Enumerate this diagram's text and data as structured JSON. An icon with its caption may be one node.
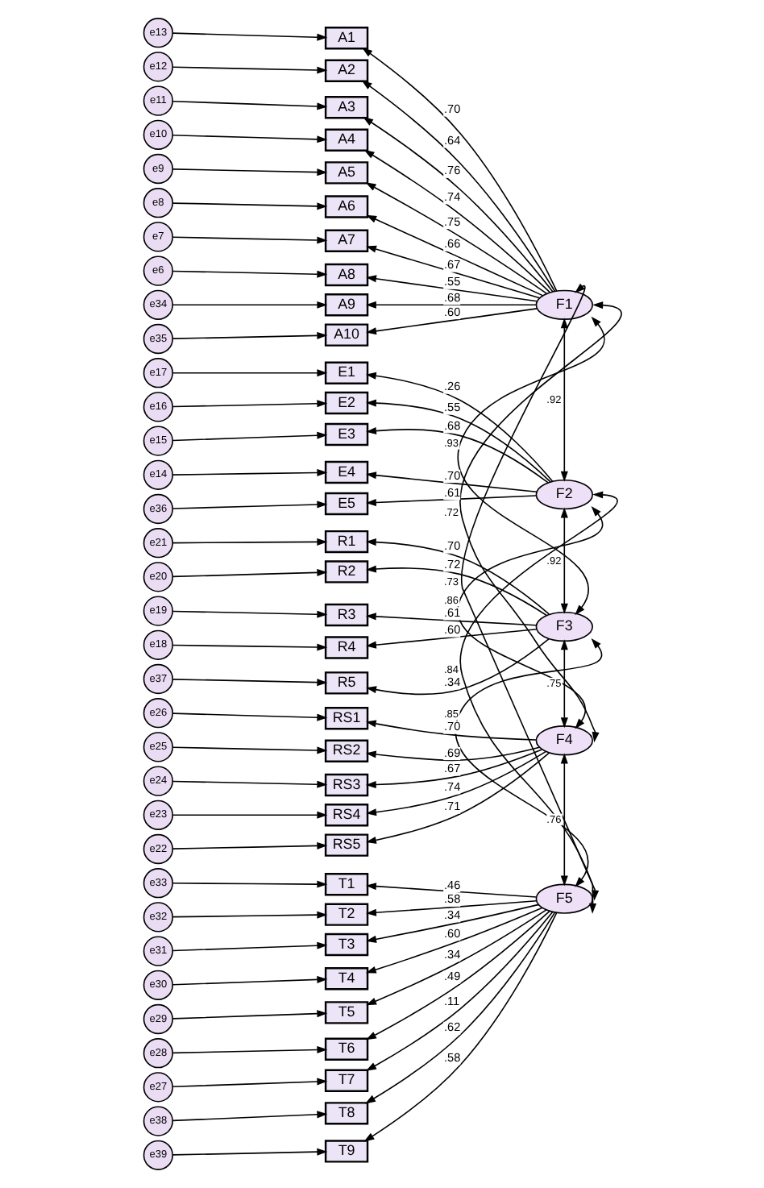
{
  "diagram": {
    "nodes": [
      {
        "text": [
          "e13"
        ]
      },
      {
        "text": [
          "A1"
        ]
      },
      {
        "text": [
          "e12"
        ]
      },
      {
        "text": [
          "A2"
        ]
      },
      {
        "text": [
          "e11"
        ]
      },
      {
        "text": [
          "A3"
        ]
      },
      {
        "text": [
          "e10"
        ]
      },
      {
        "text": [
          "A4"
        ]
      },
      {
        "text": [
          "e9"
        ]
      },
      {
        "text": [
          "A5"
        ]
      },
      {
        "text": [
          "e8"
        ]
      },
      {
        "text": [
          "A6"
        ]
      },
      {
        "text": [
          "e7"
        ]
      },
      {
        "text": [
          "A7"
        ]
      },
      {
        "text": [
          "e6"
        ]
      },
      {
        "text": [
          "A8"
        ]
      },
      {
        "text": [
          "e34"
        ]
      },
      {
        "text": [
          "A9"
        ]
      },
      {
        "text": [
          "e35"
        ]
      },
      {
        "text": [
          "A10"
        ]
      },
      {
        "text": [
          "e17"
        ]
      },
      {
        "text": [
          "E1"
        ]
      },
      {
        "text": [
          "e16"
        ]
      },
      {
        "text": [
          "E2"
        ]
      },
      {
        "text": [
          "e15"
        ]
      },
      {
        "text": [
          "E3"
        ]
      },
      {
        "text": [
          "e14"
        ]
      },
      {
        "text": [
          "E4"
        ]
      },
      {
        "text": [
          "e36"
        ]
      },
      {
        "text": [
          "E5"
        ]
      },
      {
        "text": [
          "e21"
        ]
      },
      {
        "text": [
          "R1"
        ]
      },
      {
        "text": [
          "e20"
        ]
      },
      {
        "text": [
          "R2"
        ]
      },
      {
        "text": [
          "e19"
        ]
      },
      {
        "text": [
          "R3"
        ]
      },
      {
        "text": [
          "e18"
        ]
      },
      {
        "text": [
          "R4"
        ]
      },
      {
        "text": [
          "e37"
        ]
      },
      {
        "text": [
          "R5"
        ]
      },
      {
        "text": [
          "e26"
        ]
      },
      {
        "text": [
          "RS1"
        ]
      },
      {
        "text": [
          "e25"
        ]
      },
      {
        "text": [
          "RS2"
        ]
      },
      {
        "text": [
          "e24"
        ]
      },
      {
        "text": [
          "RS3"
        ]
      },
      {
        "text": [
          "e23"
        ]
      },
      {
        "text": [
          "RS4"
        ]
      },
      {
        "text": [
          "e22"
        ]
      },
      {
        "text": [
          "RS5"
        ]
      },
      {
        "text": [
          "e33"
        ]
      },
      {
        "text": [
          "T1"
        ]
      },
      {
        "text": [
          "e32"
        ]
      },
      {
        "text": [
          "T2"
        ]
      },
      {
        "text": [
          "e31"
        ]
      },
      {
        "text": [
          "T3"
        ]
      },
      {
        "text": [
          "e30"
        ]
      },
      {
        "text": [
          "T4"
        ]
      },
      {
        "text": [
          "e29"
        ]
      },
      {
        "text": [
          "T5"
        ]
      },
      {
        "text": [
          "e28"
        ]
      },
      {
        "text": [
          "T6"
        ]
      },
      {
        "text": [
          "e27"
        ]
      },
      {
        "text": [
          "T7"
        ]
      },
      {
        "text": [
          "e38"
        ]
      },
      {
        "text": [
          "T8"
        ]
      },
      {
        "text": [
          "e39"
        ]
      },
      {
        "text": [
          "T9"
        ]
      },
      {
        "text": [
          "F1"
        ]
      },
      {
        "text": [
          "F2"
        ]
      },
      {
        "text": [
          "F3"
        ]
      },
      {
        "text": [
          "F4"
        ]
      },
      {
        "text": [
          "F5"
        ]
      }
    ],
    "edges": [
      {
        "from": 0,
        "to": 1,
        "arrow": "to"
      },
      {
        "from": 2,
        "to": 3,
        "arrow": "to"
      },
      {
        "from": 4,
        "to": 5,
        "arrow": "to"
      },
      {
        "from": 6,
        "to": 7,
        "arrow": "to"
      },
      {
        "from": 8,
        "to": 9,
        "arrow": "to"
      },
      {
        "from": 10,
        "to": 11,
        "arrow": "to"
      },
      {
        "from": 12,
        "to": 13,
        "arrow": "to"
      },
      {
        "from": 14,
        "to": 15,
        "arrow": "to"
      },
      {
        "from": 16,
        "to": 17,
        "arrow": "to"
      },
      {
        "from": 18,
        "to": 19,
        "arrow": "to"
      },
      {
        "from": 20,
        "to": 21,
        "arrow": "to"
      },
      {
        "from": 22,
        "to": 23,
        "arrow": "to"
      },
      {
        "from": 24,
        "to": 25,
        "arrow": "to"
      },
      {
        "from": 26,
        "to": 27,
        "arrow": "to"
      },
      {
        "from": 28,
        "to": 29,
        "arrow": "to"
      },
      {
        "from": 30,
        "to": 31,
        "arrow": "to"
      },
      {
        "from": 32,
        "to": 33,
        "arrow": "to"
      },
      {
        "from": 34,
        "to": 35,
        "arrow": "to"
      },
      {
        "from": 36,
        "to": 37,
        "arrow": "to"
      },
      {
        "from": 38,
        "to": 39,
        "arrow": "to"
      },
      {
        "from": 40,
        "to": 41,
        "arrow": "to"
      },
      {
        "from": 42,
        "to": 43,
        "arrow": "to"
      },
      {
        "from": 44,
        "to": 45,
        "arrow": "to"
      },
      {
        "from": 46,
        "to": 47,
        "arrow": "to"
      },
      {
        "from": 48,
        "to": 49,
        "arrow": "to"
      },
      {
        "from": 50,
        "to": 51,
        "arrow": "to"
      },
      {
        "from": 52,
        "to": 53,
        "arrow": "to"
      },
      {
        "from": 54,
        "to": 55,
        "arrow": "to"
      },
      {
        "from": 56,
        "to": 57,
        "arrow": "to"
      },
      {
        "from": 58,
        "to": 59,
        "arrow": "to"
      },
      {
        "from": 60,
        "to": 61,
        "arrow": "to"
      },
      {
        "from": 62,
        "to": 63,
        "arrow": "to"
      },
      {
        "from": 64,
        "to": 65,
        "arrow": "to"
      },
      {
        "from": 66,
        "to": 67,
        "arrow": "to"
      },
      {
        "from": 68,
        "to": 1,
        "arrow": "to",
        "label": ".70"
      },
      {
        "from": 68,
        "to": 3,
        "arrow": "to",
        "label": ".64"
      },
      {
        "from": 68,
        "to": 5,
        "arrow": "to",
        "label": ".76"
      },
      {
        "from": 68,
        "to": 7,
        "arrow": "to",
        "label": ".74"
      },
      {
        "from": 68,
        "to": 9,
        "arrow": "to",
        "label": ".75"
      },
      {
        "from": 68,
        "to": 11,
        "arrow": "to",
        "label": ".66"
      },
      {
        "from": 68,
        "to": 13,
        "arrow": "to",
        "label": ".67"
      },
      {
        "from": 68,
        "to": 15,
        "arrow": "to",
        "label": ".55"
      },
      {
        "from": 68,
        "to": 17,
        "arrow": "to",
        "label": ".68"
      },
      {
        "from": 68,
        "to": 19,
        "arrow": "to",
        "label": ".60"
      },
      {
        "from": 69,
        "to": 21,
        "arrow": "to",
        "label": ".26"
      },
      {
        "from": 69,
        "to": 23,
        "arrow": "to",
        "label": ".55"
      },
      {
        "from": 69,
        "to": 25,
        "arrow": "to",
        "label": ".68"
      },
      {
        "from": 69,
        "to": 27,
        "arrow": "to",
        "label": ".70"
      },
      {
        "from": 69,
        "to": 29,
        "arrow": "to",
        "label": ".61"
      },
      {
        "from": 70,
        "to": 31,
        "arrow": "to",
        "label": ".70"
      },
      {
        "from": 70,
        "to": 33,
        "arrow": "to",
        "label": ".72"
      },
      {
        "from": 70,
        "to": 35,
        "arrow": "to",
        "label": ".61"
      },
      {
        "from": 70,
        "to": 37,
        "arrow": "to",
        "label": ".60"
      },
      {
        "from": 70,
        "to": 39,
        "arrow": "to",
        "label": ".34"
      },
      {
        "from": 71,
        "to": 41,
        "arrow": "to",
        "label": ".70"
      },
      {
        "from": 71,
        "to": 43,
        "arrow": "to",
        "label": ".69"
      },
      {
        "from": 71,
        "to": 45,
        "arrow": "to",
        "label": ".67"
      },
      {
        "from": 71,
        "to": 47,
        "arrow": "to",
        "label": ".74"
      },
      {
        "from": 71,
        "to": 49,
        "arrow": "to",
        "label": ".71"
      },
      {
        "from": 72,
        "to": 51,
        "arrow": "to",
        "label": ".46"
      },
      {
        "from": 72,
        "to": 53,
        "arrow": "to",
        "label": ".58"
      },
      {
        "from": 72,
        "to": 55,
        "arrow": "to",
        "label": ".34"
      },
      {
        "from": 72,
        "to": 57,
        "arrow": "to",
        "label": ".60"
      },
      {
        "from": 72,
        "to": 59,
        "arrow": "to",
        "label": ".34"
      },
      {
        "from": 72,
        "to": 61,
        "arrow": "to",
        "label": ".49"
      },
      {
        "from": 72,
        "to": 63,
        "arrow": "to",
        "label": ".11"
      },
      {
        "from": 72,
        "to": 65,
        "arrow": "to",
        "label": ".62"
      },
      {
        "from": 72,
        "to": 67,
        "arrow": "to",
        "label": ".58"
      },
      {
        "from": 68,
        "to": 69,
        "arrow": "both",
        "label": ".92"
      },
      {
        "from": 68,
        "to": 70,
        "arrow": "both",
        "label": ".93"
      },
      {
        "from": 68,
        "to": 71,
        "arrow": "both",
        "label": ".72"
      },
      {
        "from": 68,
        "to": 72,
        "arrow": "both",
        "label": ".73"
      },
      {
        "from": 69,
        "to": 70,
        "arrow": "both",
        "label": ".92"
      },
      {
        "from": 69,
        "to": 71,
        "arrow": "both",
        "label": ".86"
      },
      {
        "from": 69,
        "to": 72,
        "arrow": "both",
        "label": ".84"
      },
      {
        "from": 70,
        "to": 71,
        "arrow": "both",
        "label": ".75"
      },
      {
        "from": 70,
        "to": 72,
        "arrow": "both",
        "label": ".85"
      },
      {
        "from": 71,
        "to": 72,
        "arrow": "both",
        "label": ".76"
      }
    ]
  }
}
